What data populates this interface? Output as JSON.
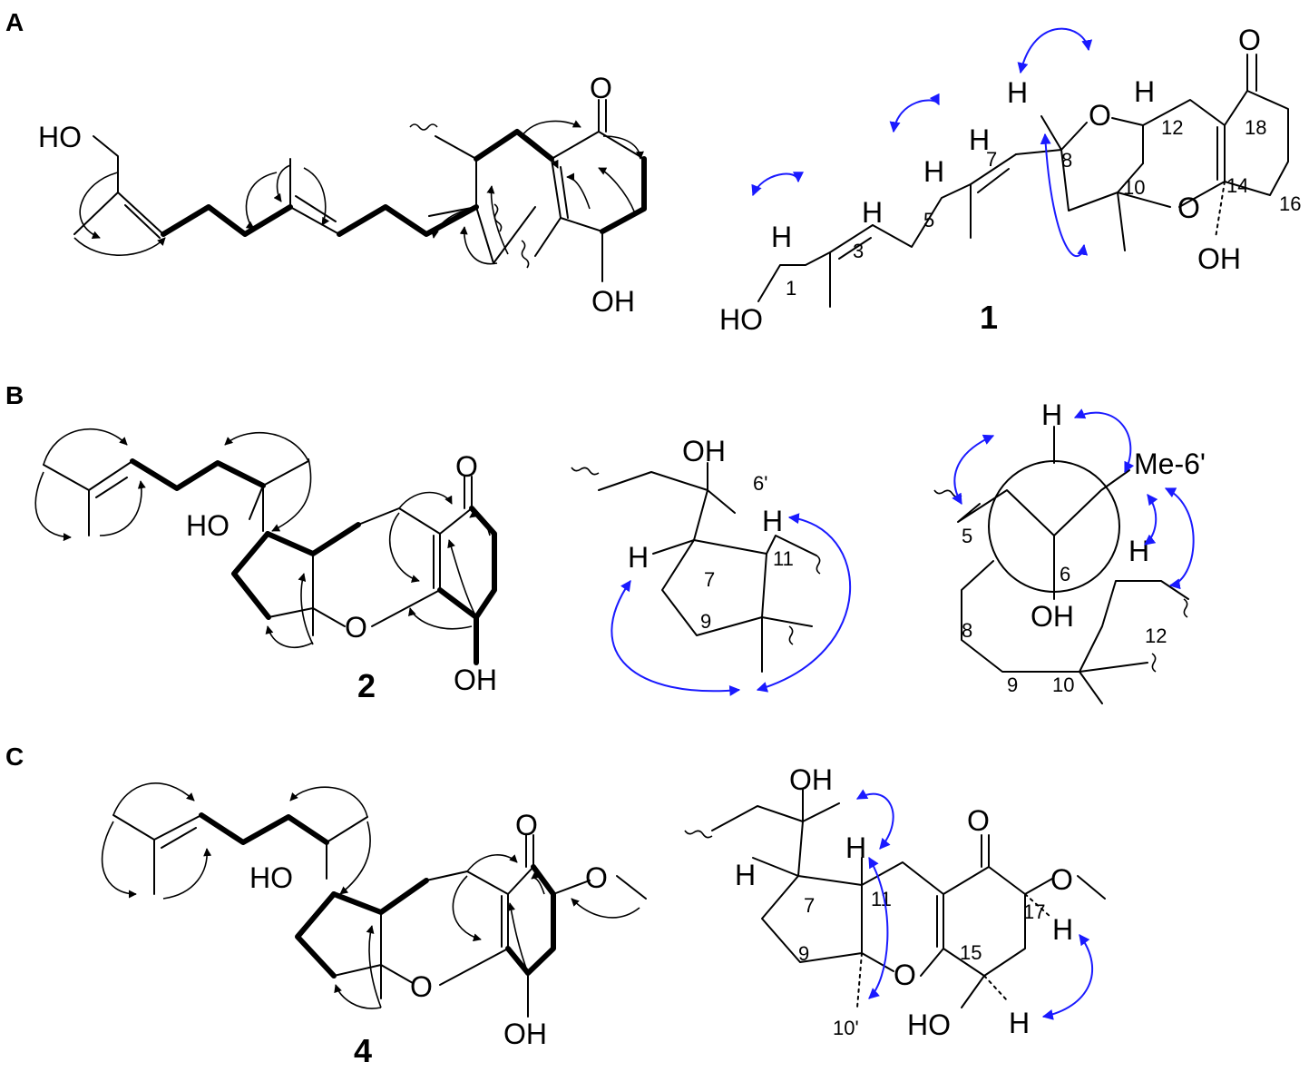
{
  "panels": {
    "a": "A",
    "b": "B",
    "c": "C"
  },
  "compounds": {
    "c1": "1",
    "c2": "2",
    "c4": "4"
  },
  "atom_labels": {
    "oh": "OH",
    "ho": "HO",
    "o": "O",
    "h": "H",
    "me6p": "Me-6'"
  },
  "numbers": {
    "n1": "1",
    "n3": "3",
    "n5": "5",
    "n6": "6",
    "n6p": "6'",
    "n7": "7",
    "n8": "8",
    "n9": "9",
    "n10": "10",
    "n10p": "10'",
    "n11": "11",
    "n12": "12",
    "n14": "14",
    "n15": "15",
    "n16": "16",
    "n17": "17",
    "n18": "18"
  },
  "colors": {
    "bond": "#000000",
    "noe_arrow": "#1a1aff"
  }
}
